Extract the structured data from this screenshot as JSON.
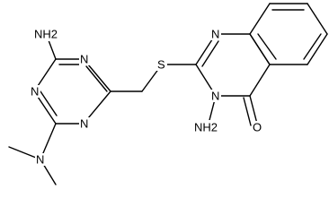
{
  "structure": {
    "atoms": {
      "nh2_top": "NH2",
      "triazine_n_top": "N",
      "triazine_n_left": "N",
      "triazine_n_bottom": "N",
      "nme2_n": "N",
      "sulfur": "S",
      "quin_n1": "N",
      "quin_n3": "N",
      "nh2_bottom": "NH2",
      "carbonyl_o": "O"
    }
  }
}
